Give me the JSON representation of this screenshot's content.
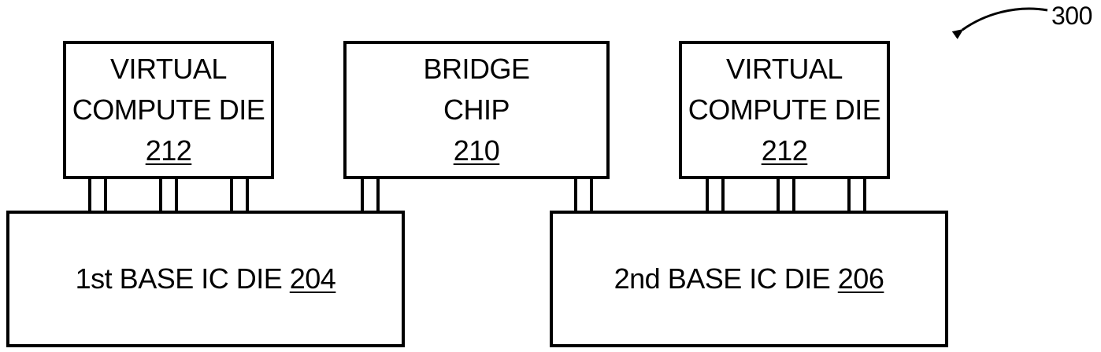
{
  "figure_number": "300",
  "virtual_die_left": {
    "line1": "VIRTUAL",
    "line2": "COMPUTE DIE",
    "ref": "212"
  },
  "bridge_chip": {
    "line1": "BRIDGE",
    "line2": "CHIP",
    "ref": "210"
  },
  "virtual_die_right": {
    "line1": "VIRTUAL",
    "line2": "COMPUTE DIE",
    "ref": "212"
  },
  "base_die_1": {
    "label": "1st BASE IC DIE",
    "ref": "204"
  },
  "base_die_2": {
    "label": "2nd BASE IC DIE",
    "ref": "206"
  }
}
